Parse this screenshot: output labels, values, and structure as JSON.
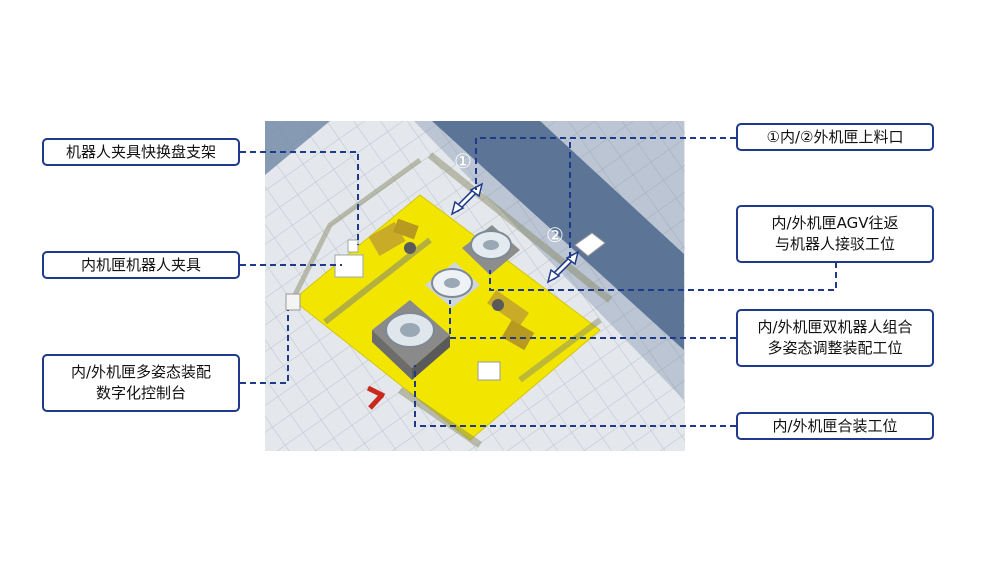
{
  "labels": {
    "tool_rack": "机器人夹具快换盘支架",
    "inner_gripper": "内机匣机器人夹具",
    "console_line1": "内/外机匣多姿态装配",
    "console_line2": "数字化控制台",
    "loading_port": "①内/②外机匣上料口",
    "agv_line1": "内/外机匣AGV往返",
    "agv_line2": "与机器人接驳工位",
    "dual_robot_line1": "内/外机匣双机器人组合",
    "dual_robot_line2": "多姿态调整装配工位",
    "assembly_station": "内/外机匣合装工位"
  },
  "markers": {
    "port1": "①",
    "port2": "②"
  },
  "colors": {
    "frame_blue": "#1f3a8a",
    "floor": "#e3e6ea",
    "grid_line": "#bfc5cc",
    "wall_blue": "#6f87a6",
    "platform_yellow": "#f2e600",
    "robot_yellow": "#d6b82a",
    "arrow_red": "#c8281e"
  }
}
